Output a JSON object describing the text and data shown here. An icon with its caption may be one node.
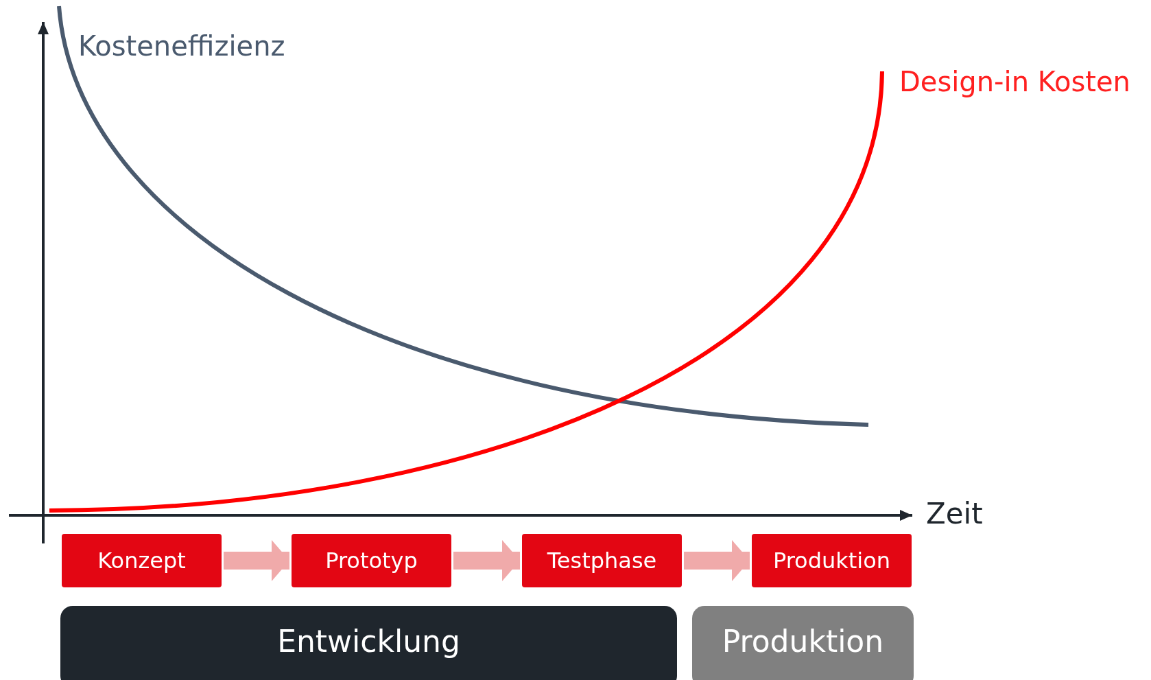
{
  "diagram": {
    "nodes": [
      {
        "text": [
          "Konzept"
        ]
      },
      {
        "text": [
          "Prototyp"
        ]
      },
      {
        "text": [
          "Testphase"
        ]
      },
      {
        "text": [
          "Produktion"
        ]
      },
      {
        "text": [
          "Entwicklung"
        ]
      },
      {
        "text": [
          "Produktion"
        ]
      }
    ],
    "edges": [
      {
        "from": 0,
        "to": 1,
        "arrow": "to"
      },
      {
        "from": 1,
        "to": 2,
        "arrow": "to"
      },
      {
        "from": 2,
        "to": 3,
        "arrow": "to"
      }
    ],
    "labels": [
      "Kosteneffizienz",
      "Design-in Kosten",
      "Zeit"
    ]
  }
}
